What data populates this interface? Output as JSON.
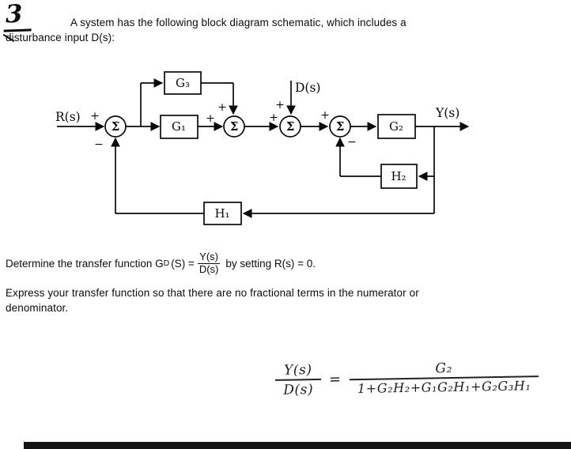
{
  "page": {
    "problem_number": "3",
    "intro_line1": "A system has the following block diagram schematic, which includes a",
    "intro_line2": "disturbance input D(s):",
    "determine": {
      "prefix": "Determine the transfer function G",
      "subscript": "D",
      "mid": "(S) =",
      "frac_num": "Y(s)",
      "frac_den": "D(s)",
      "suffix": "by setting R(s) = 0."
    },
    "express_line1": "Express your transfer function so that there are no fractional terms in the numerator or",
    "express_line2": "denominator."
  },
  "diagram": {
    "input_label": "R(s)",
    "disturbance_label": "D(s)",
    "output_label": "Y(s)",
    "sigma": "Σ",
    "plus": "+",
    "minus": "−",
    "blocks": {
      "g3": "G₃",
      "g1": "G₁",
      "g2": "G₂",
      "h2": "H₂",
      "h1": "H₁"
    }
  },
  "handwritten_solution": {
    "lhs_num": "Y(s)",
    "lhs_den": "D(s)",
    "equals": "=",
    "rhs_num": "G₂",
    "rhs_den": "1+G₂H₂+G₁G₂H₁+G₂G₃H₁"
  }
}
